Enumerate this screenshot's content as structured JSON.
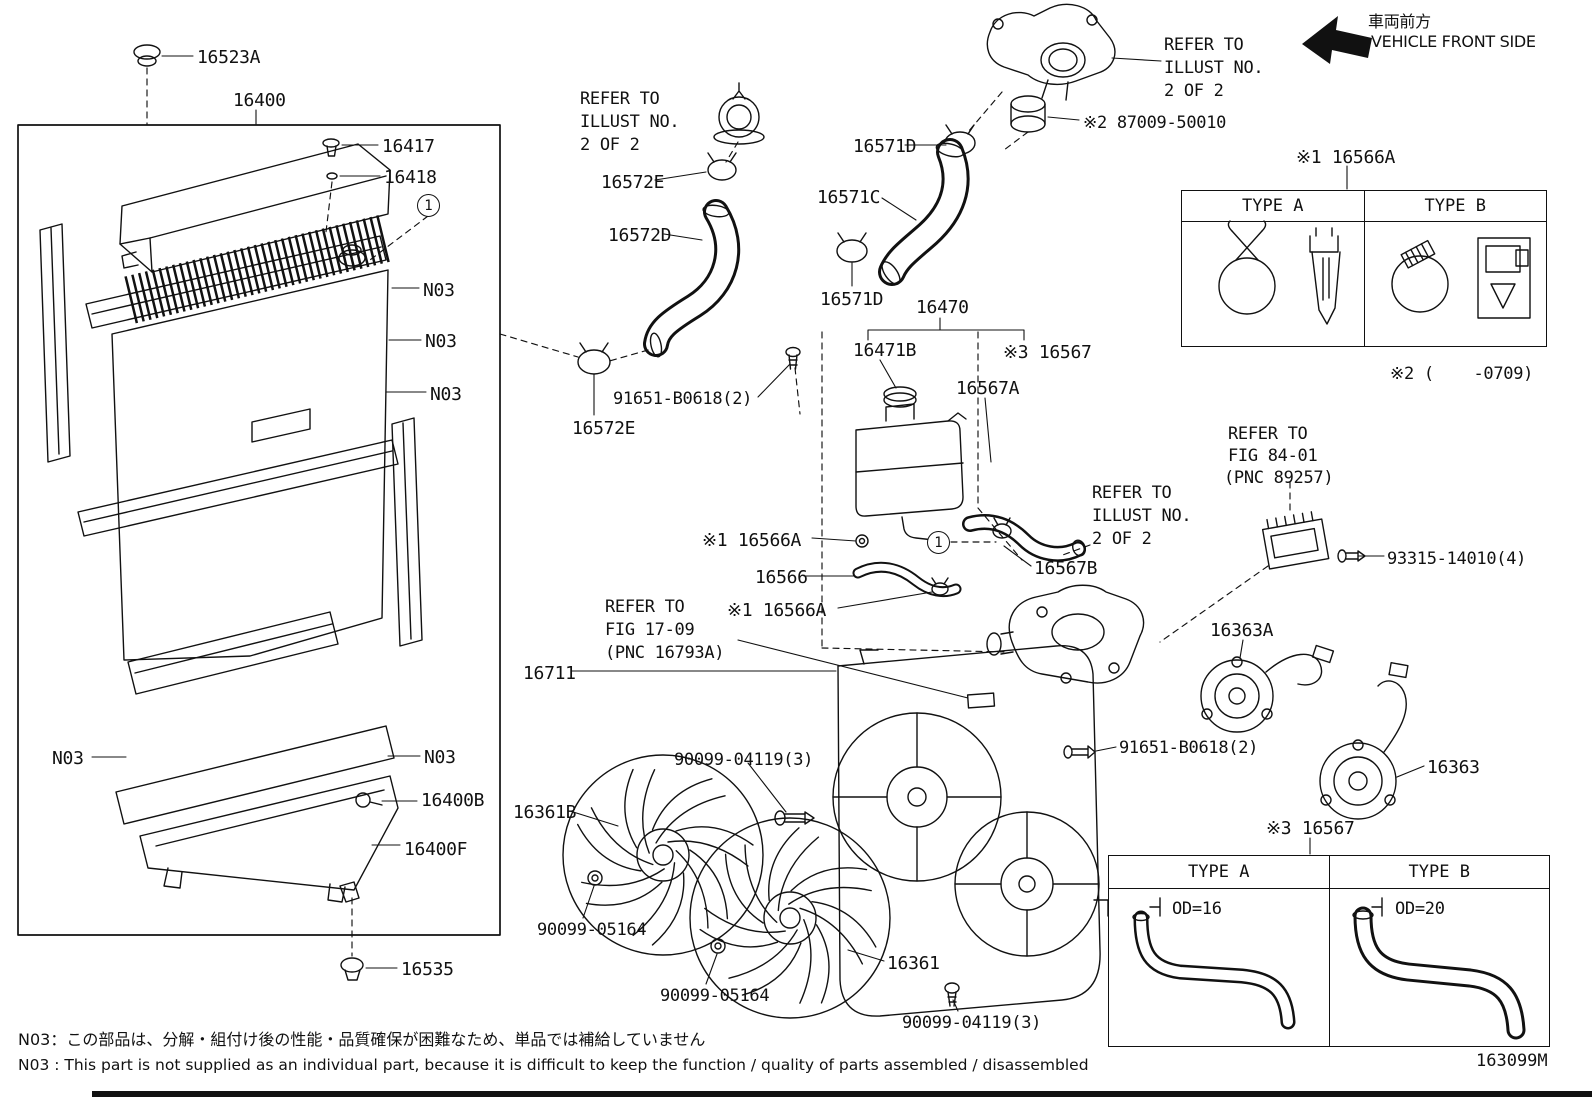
{
  "header": {
    "vehicle_front_jp": "車両前方",
    "vehicle_front_en": "VEHICLE FRONT SIDE"
  },
  "callouts": [
    "1",
    "1"
  ],
  "labels": [
    "16523A",
    "16400",
    "16417",
    "16418",
    "N03",
    "N03",
    "N03",
    "N03",
    "N03",
    "16400B",
    "16400F",
    "16535",
    "REFER TO",
    "ILLUST NO.",
    "2 OF 2",
    "16572E",
    "16572D",
    "16571D",
    "16571C",
    "16571D",
    "16470",
    "16471B",
    "※3 16567",
    "16567A",
    "91651-B0618(2)",
    "16572E",
    "※1 16566A",
    "16566",
    "※1 16566A",
    "REFER TO",
    "FIG 17-09",
    "(PNC 16793A)",
    "16711",
    "16567B",
    "REFER TO",
    "ILLUST NO.",
    "2 OF 2",
    "REFER TO",
    "FIG 84-01",
    "(PNC 89257)",
    "93315-14010(4)",
    "16363A",
    "91651-B0618(2)",
    "16363",
    "※3 16567",
    "90099-04119(3)",
    "16361B",
    "90099-05164",
    "90099-05164",
    "16361",
    "90099-04119(3)",
    "REFER TO",
    "ILLUST NO.",
    "2 OF 2",
    "※2 87009-50010",
    "※1 16566A",
    "※2 (    -0709)"
  ],
  "tables": {
    "clamp": {
      "col_a": "TYPE A",
      "col_b": "TYPE B"
    },
    "hose": {
      "col_a": "TYPE A",
      "col_b": "TYPE B",
      "cell_a": "OD=16",
      "cell_b": "OD=20"
    }
  },
  "footer": {
    "note_jp": "N03：この部品は、分解・組付け後の性能・品質確保が困難なため、単品では補給していません",
    "note_en": "N03 : This part is not supplied as an individual part, because it is difficult to keep the function / quality of parts assembled / disassembled",
    "doc_number": "163099M"
  }
}
